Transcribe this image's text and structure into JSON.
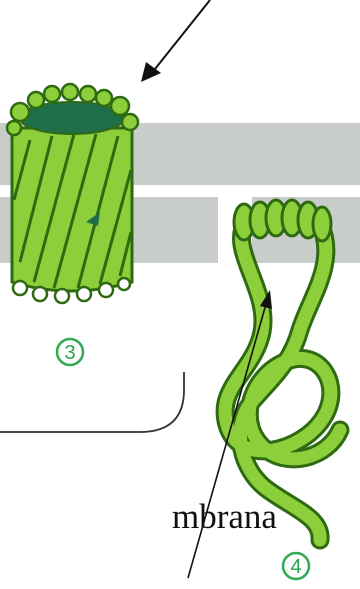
{
  "labels": {
    "partial_word": "mbrana"
  },
  "proteins": [
    {
      "id": "3",
      "badge": "3",
      "shape": "barrel-helix-bundle"
    },
    {
      "id": "4",
      "badge": "4",
      "shape": "knotted-coil-chain"
    }
  ],
  "colors": {
    "protein_green": "#8ccf3a",
    "protein_outline": "#2e6a12",
    "barrel_core": "#1e6e48",
    "membrane_gray": "#c9cdca",
    "badge_green": "#2aa150",
    "line_black": "#111111"
  },
  "icons": [
    "arrow-pointer",
    "pointer-line"
  ]
}
